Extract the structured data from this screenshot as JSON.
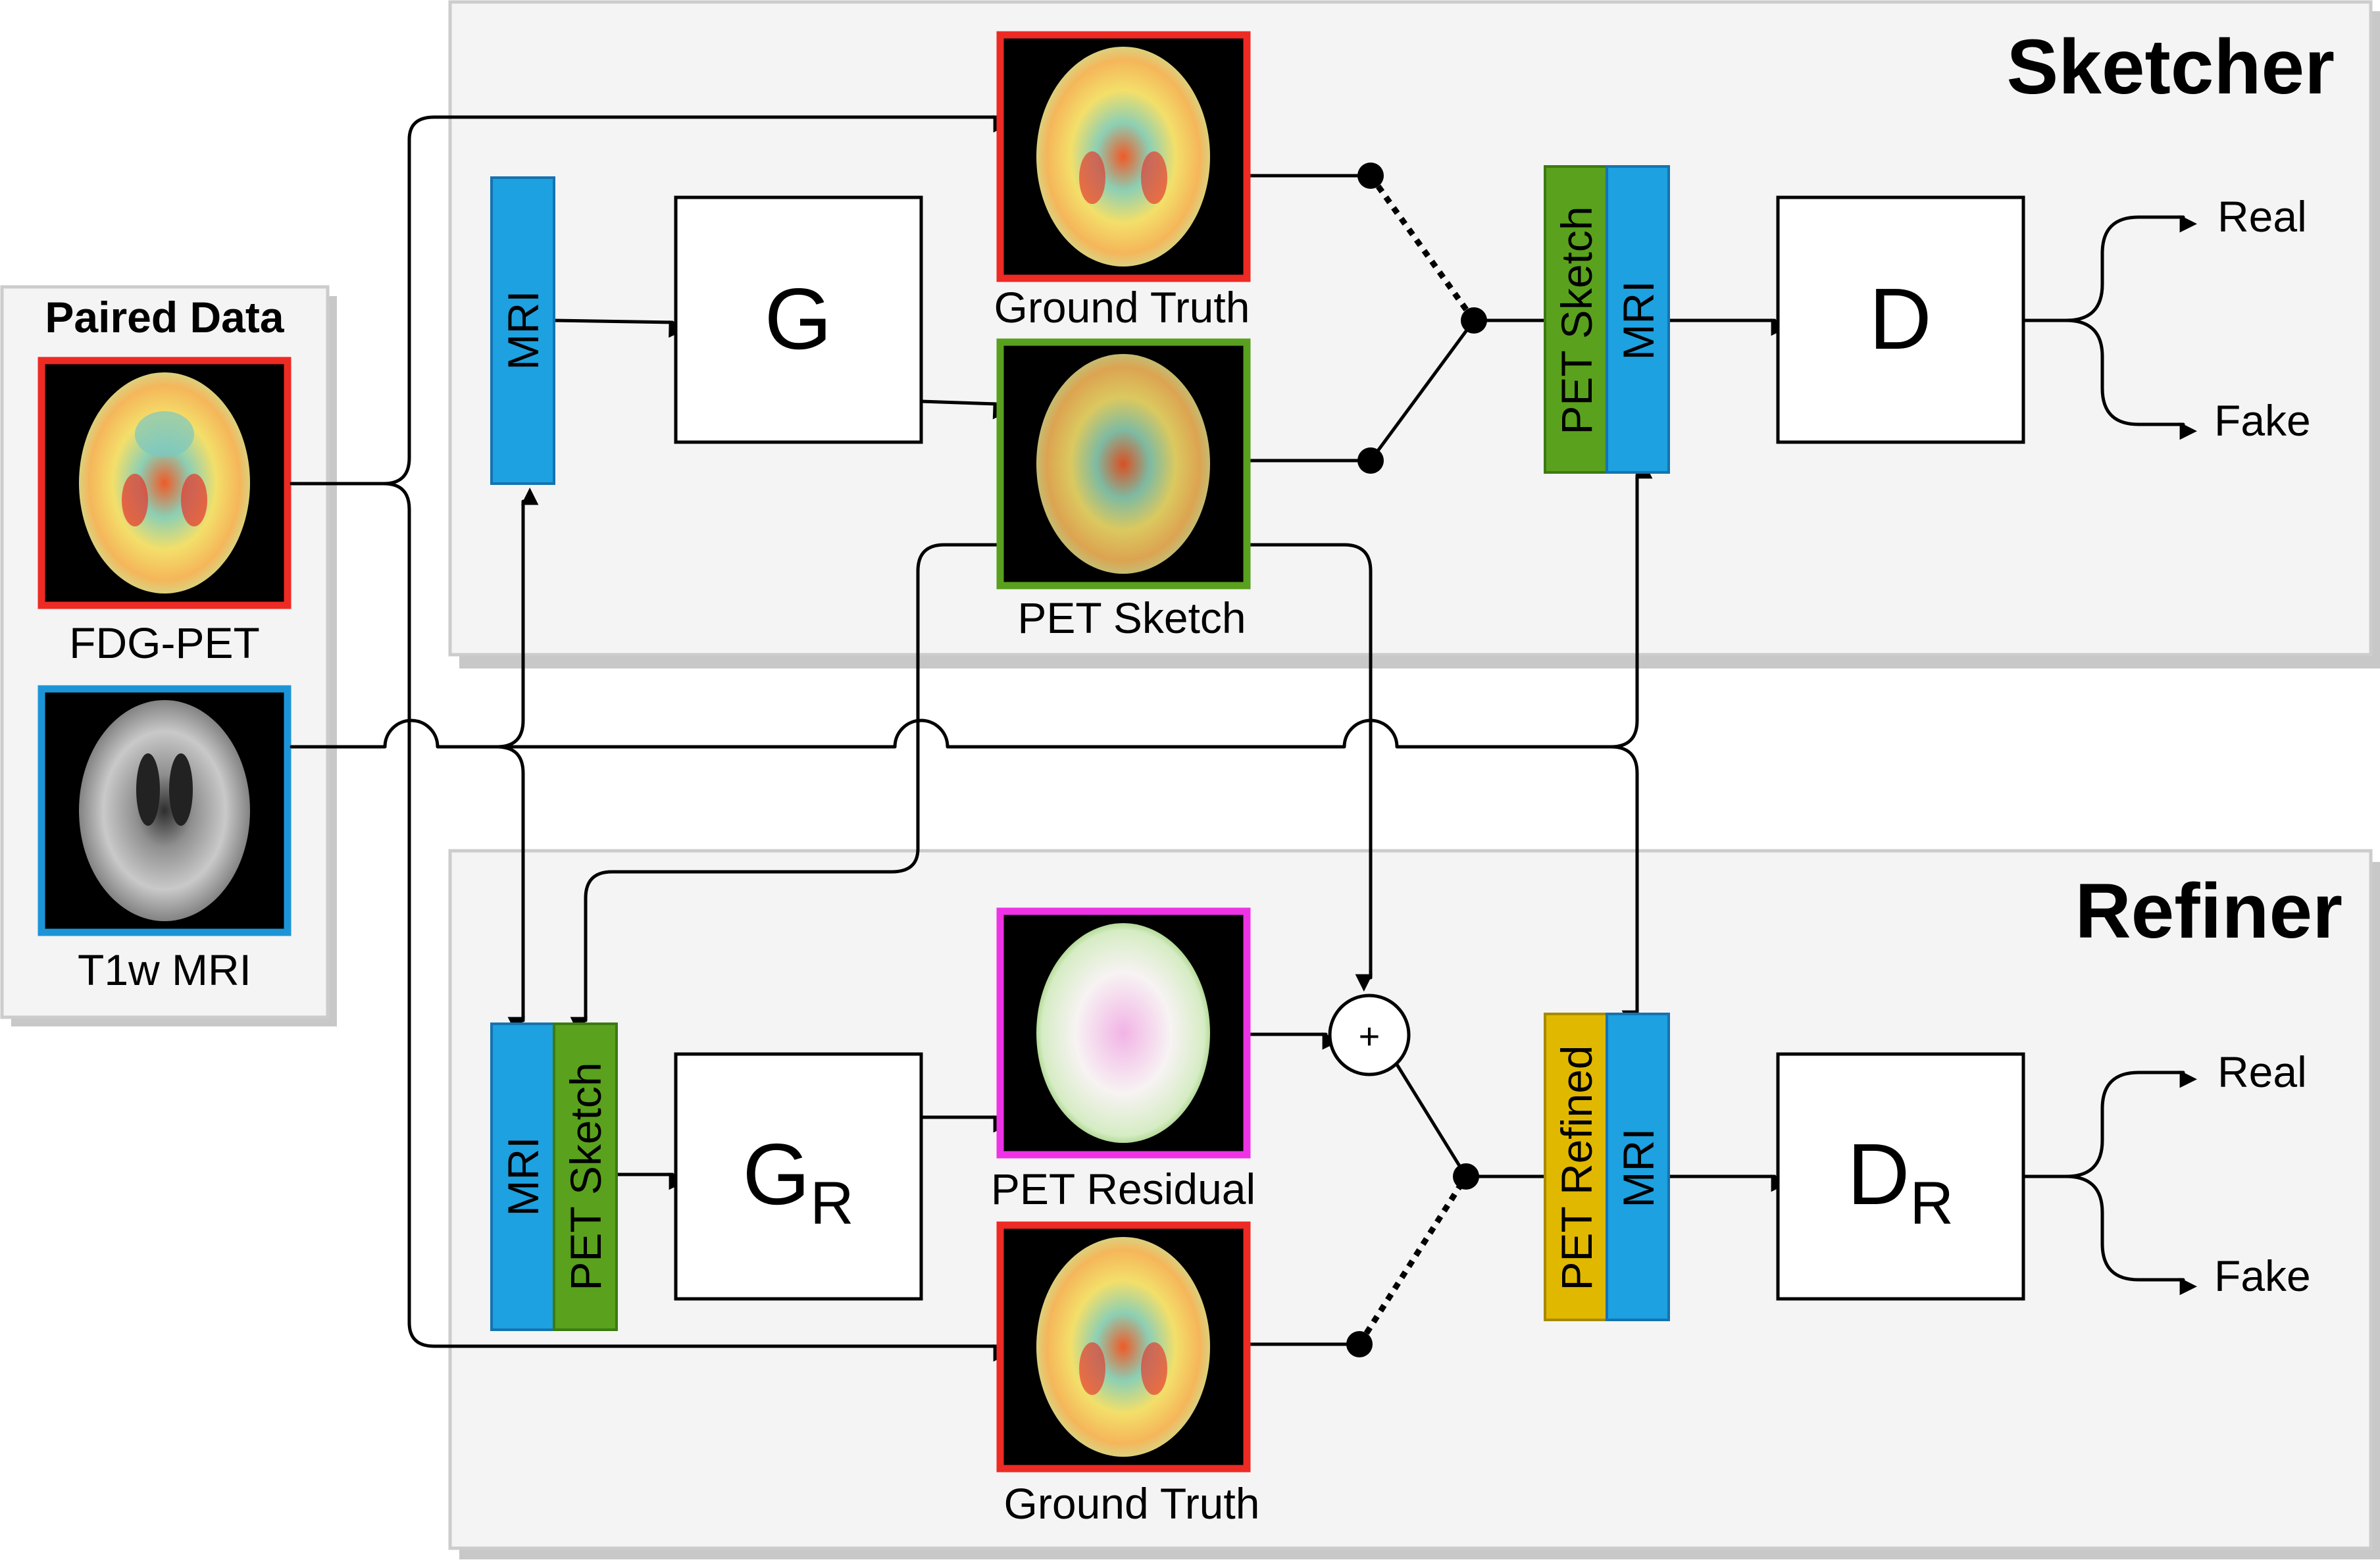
{
  "colors": {
    "mri_bar": "#1da1e0",
    "sketch_bar": "#5aa11d",
    "refined_bar": "#e0b800",
    "truth_frame": "#ee2a24",
    "sketch_frame": "#58a01e",
    "residual_frame": "#ee33e6",
    "mri_frame": "#1c95d8"
  },
  "input": {
    "title": "Paired Data",
    "pet_label": "FDG-PET",
    "mri_label": "T1w MRI"
  },
  "sketcher": {
    "title": "Sketcher",
    "mri_bar": "MRI",
    "generator": "G",
    "ground_truth": "Ground Truth",
    "pet_sketch": "PET Sketch",
    "stack_a": "PET Sketch",
    "stack_b": "MRI",
    "discriminator": "D",
    "real": "Real",
    "fake": "Fake"
  },
  "refiner": {
    "title": "Refiner",
    "bar_a": "MRI",
    "bar_b": "PET Sketch",
    "generator": "G",
    "generator_sub": "R",
    "pet_residual": "PET Residual",
    "ground_truth": "Ground Truth",
    "plus": "+",
    "stack_a": "PET Refined",
    "stack_b": "MRI",
    "discriminator": "D",
    "discriminator_sub": "R",
    "real": "Real",
    "fake": "Fake"
  }
}
